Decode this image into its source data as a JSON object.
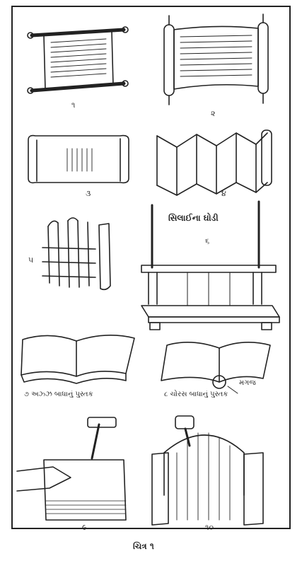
{
  "figure": {
    "caption": "ચિત્ર ૧",
    "items": [
      {
        "num": "૧"
      },
      {
        "num": "૨"
      },
      {
        "num": "૩"
      },
      {
        "num": "૪"
      },
      {
        "num": "૫"
      },
      {
        "num": "૬",
        "label": "સિલાઈના ઘોડી"
      },
      {
        "num": "૭",
        "label": "૭ અઝ્ઝ બાધાનું પુસ્તક"
      },
      {
        "num": "૮",
        "label": "૮ ચોરસ બાધાનું પુસ્તક",
        "callout": "મગજ"
      },
      {
        "num": "૯"
      },
      {
        "num": "૧૦"
      }
    ]
  },
  "colors": {
    "ink": "#222222",
    "paper": "#ffffff"
  },
  "icons": [
    "scroll-icon",
    "folded-book-icon",
    "sewing-frame-icon",
    "open-book-icon",
    "hammer-icon"
  ]
}
